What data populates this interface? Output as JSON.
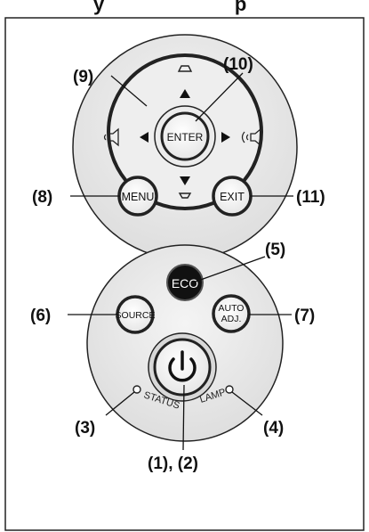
{
  "header": {
    "partial_title": "y                        p"
  },
  "top_panel": {
    "enter_label": "ENTER",
    "menu_label": "MENU",
    "exit_label": "EXIT"
  },
  "bottom_panel": {
    "eco_label": "ECO",
    "source_label": "SOURCE",
    "auto_label_line1": "AUTO",
    "auto_label_line2": "ADJ.",
    "status_label": "STATUS",
    "lamp_label": "LAMP",
    "power_icon": "power-icon"
  },
  "callouts": {
    "c9": "(9)",
    "c10": "(10)",
    "c8": "(8)",
    "c11": "(11)",
    "c5": "(5)",
    "c6": "(6)",
    "c7": "(7)",
    "c3": "(3)",
    "c4": "(4)",
    "c12": "(1), (2)"
  },
  "icons": {
    "volume_down": "volume-down-icon",
    "volume_up": "volume-up-icon",
    "arrow_up": "arrow-up-icon",
    "arrow_down": "arrow-down-icon",
    "arrow_left": "arrow-left-icon",
    "arrow_right": "arrow-right-icon",
    "keystone_top": "keystone-top-icon",
    "keystone_bottom": "keystone-bottom-icon"
  }
}
